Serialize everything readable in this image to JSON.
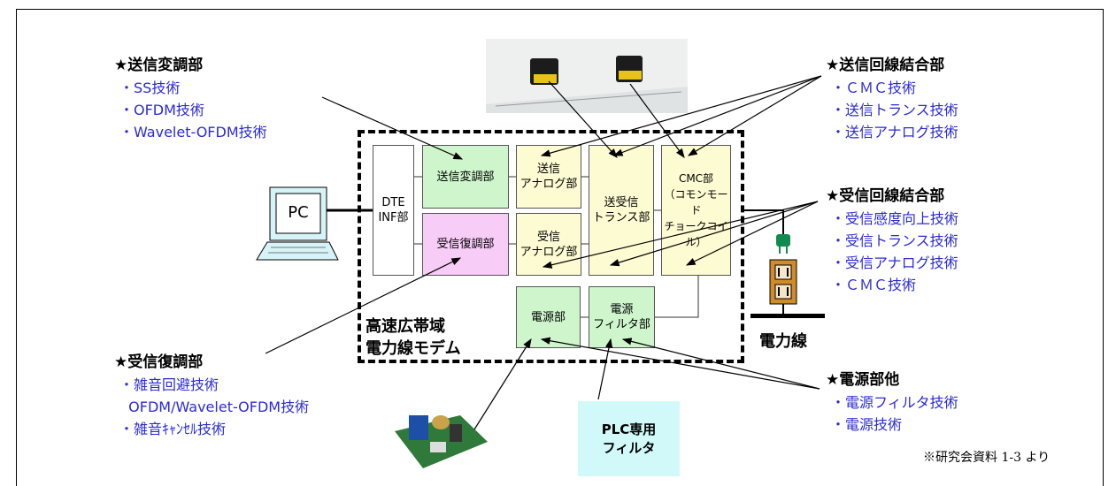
{
  "note": "※研究会資料 1-3 より",
  "modem": {
    "label": "高速広帯域\n電力線モデム"
  },
  "pc": {
    "label": "PC"
  },
  "power_line": {
    "label": "電力線"
  },
  "plc_filter": {
    "label": "PLC専用\nフィルタ"
  },
  "blocks": {
    "dte": "DTE\nINF部",
    "tx_mod": "送信変調部",
    "rx_demod": "受信復調部",
    "tx_analog": "送信\nアナログ部",
    "rx_analog": "受信\nアナログ部",
    "trans": "送受信\nトランス部",
    "cmc": "CMC部\n（コモンモード\nチョークコイル）",
    "power": "電源部",
    "power_filter": "電源\nフィルタ部"
  },
  "groups": {
    "tx_mod": {
      "heading": "★送信変調部",
      "items": [
        "・SS技術",
        "・OFDM技術",
        "・Wavelet-OFDM技術"
      ]
    },
    "rx_demod": {
      "heading": "★受信復調部",
      "items": [
        "・雑音回避技術",
        "  OFDM/Wavelet-OFDM技術",
        "・雑音ｷｬﾝｾﾙ技術"
      ]
    },
    "tx_coupling": {
      "heading": "★送信回線結合部",
      "items": [
        "・ＣＭＣ技術",
        "・送信トランス技術",
        "・送信アナログ技術"
      ]
    },
    "rx_coupling": {
      "heading": "★受信回線結合部",
      "items": [
        "・受信感度向上技術",
        "・受信トランス技術",
        "・受信アナログ技術",
        "・ＣＭＣ技術"
      ]
    },
    "power": {
      "heading": "★電源部他",
      "items": [
        "・電源フィルタ技術",
        "・電源技術"
      ]
    }
  },
  "colors": {
    "tech_text": "#2b2bd6",
    "green": "#cef5cc",
    "pink": "#f7ccf7",
    "yellow": "#fdfbd2",
    "cyan": "#d2f9f9"
  }
}
